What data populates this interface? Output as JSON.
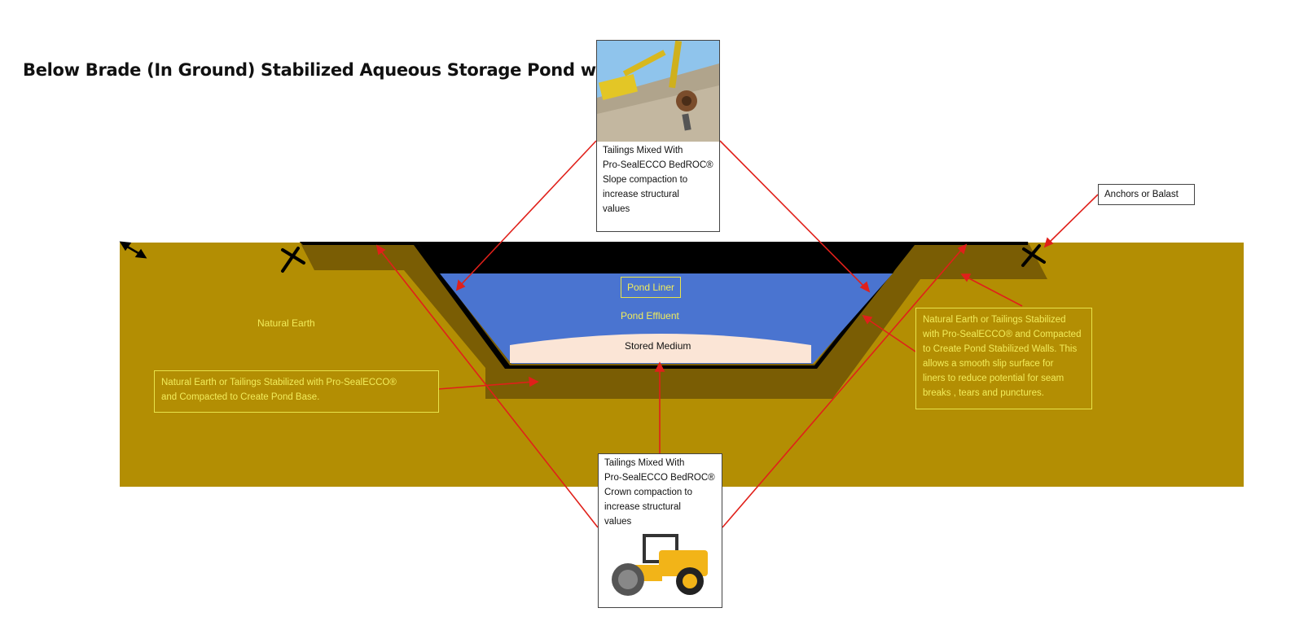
{
  "title": "Below Brade (In Ground) Stabilized Aqueous Storage Pond with Liner",
  "colors": {
    "earth": "#b38e03",
    "stabilized_wall": "#7a5d04",
    "liner": "#000000",
    "effluent": "#4a74d0",
    "stored_medium": "#fbe5d6",
    "label_yellow": "#f2ec5a",
    "leader_line": "#e0201a"
  },
  "labels": {
    "natural_earth": "Natural Earth",
    "pond_liner": "Pond Liner",
    "pond_effluent": "Pond Effluent",
    "stored_medium": "Stored Medium"
  },
  "callouts": {
    "slope": {
      "lines": [
        "Tailings Mixed With",
        "Pro-SealECCO BedROC®",
        "Slope compaction to",
        "increase structural",
        "values"
      ],
      "icon": "excavator-roller-photo"
    },
    "crown": {
      "lines": [
        "Tailings Mixed With",
        "Pro-SealECCO BedROC®",
        "Crown compaction to",
        "increase structural",
        "values"
      ],
      "icon": "compactor-roller-photo"
    },
    "anchors": "Anchors or Balast"
  },
  "notes": {
    "base": [
      "Natural Earth or Tailings Stabilized with Pro-SealECCO®",
      "and Compacted to Create Pond Base."
    ],
    "walls": [
      "Natural Earth or Tailings Stabilized",
      "with Pro-SealECCO® and Compacted",
      "to Create Pond Stabilized Walls. This",
      "allows a smooth slip surface for",
      "liners to reduce potential for seam",
      "breaks , tears and punctures."
    ]
  }
}
